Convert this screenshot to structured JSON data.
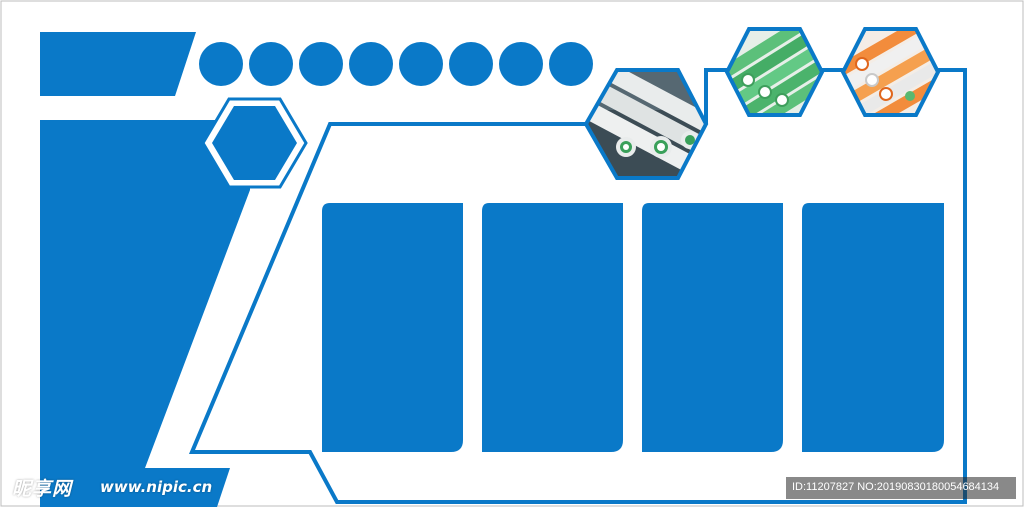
{
  "watermark": {
    "logo_text": "昵享网",
    "site_url": "www.nipic.cn",
    "id_text": "ID:11207827 NO:20190830180054684134"
  },
  "colors": {
    "primary_blue": "#0a79c8",
    "background": "#ffffff"
  },
  "decor": {
    "circle_count": 8,
    "content_panel_count": 4,
    "photo_hexagons": [
      "white-pipes-green-core-photo",
      "green-pipes-photo",
      "orange-white-pipes-photo"
    ]
  }
}
